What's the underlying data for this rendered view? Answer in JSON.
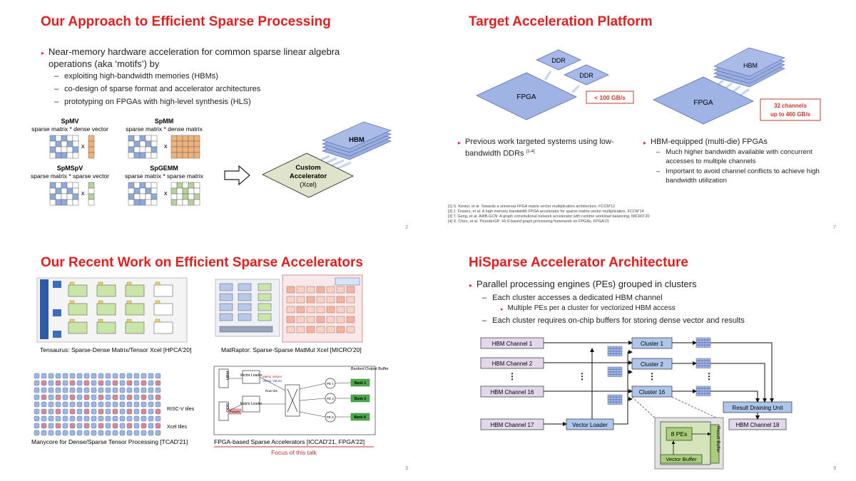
{
  "slide1": {
    "title": "Our Approach to Efficient Sparse Processing",
    "main_bullet": "Near-memory hardware acceleration for common sparse linear algebra operations (aka ‘motifs’) by",
    "sub_bullets": [
      "exploiting high-bandwidth memories (HBMs)",
      "co-design of sparse format and accelerator architectures",
      "prototyping on FPGAs with high-level synthesis (HLS)"
    ],
    "motifs": [
      {
        "name": "SpMV",
        "desc": "sparse matrix * dense vector"
      },
      {
        "name": "SpMM",
        "desc": "sparse matrix * dense matrix"
      },
      {
        "name": "SpMSpV",
        "desc": "sparse matrix * sparse vector"
      },
      {
        "name": "SpGEMM",
        "desc": "sparse matrix * sparse matrix"
      }
    ],
    "times": "x",
    "accel_line1": "Custom",
    "accel_line2": "Accelerator",
    "accel_line3": "(Xcel)",
    "hbm": "HBM",
    "page": "2"
  },
  "slide2": {
    "title": "Target Acceleration Platform",
    "ddr1": "DDR",
    "ddr2": "DDR",
    "fpga_left": "FPGA",
    "bw_left": "< 100 GB/s",
    "hbm": "HBM",
    "fpga_right": "FPGA",
    "bw_right_1": "32 channels",
    "bw_right_2": "up to 460 GB/s",
    "left_bullet": "Previous work targeted systems using low-bandwidth DDRs",
    "left_cite": "[1-4]",
    "right_bullet": "HBM-equipped (multi-die) FPGAs",
    "right_sub": [
      "Much higher bandwidth available with concurrent accesses to multiple channels",
      "Important to avoid channel conflicts to achieve high bandwidth utilization"
    ],
    "refs": [
      "[1] S. Kestur, et al. Towards a universal FPGA matrix-vector multiplication architecture, FCCM'12",
      "[2] J. Fowers, et al. A high memory bandwidth FPGA accelerator for sparse matrix-vector multiplication, FCCM'14",
      "[3] T. Geng, et al. AWB-GCN: A graph convolutional network accelerator with runtime workload balancing, MICRO'20",
      "[4] X. Chen, et al. ThunderGP: HLS-based graph processing framework on FPGAs, FPGA'21"
    ],
    "page": "7"
  },
  "slide3": {
    "title": "Our Recent Work on Efficient Sparse Accelerators",
    "cap_tensaurus": "Tensaurus: Sparse-Dense Matrix/Tensor Xcel [HPCA'20]",
    "cap_matraptor": "MatRaptor: Sparse-Sparse MatMul Xcel [MICRO'20]",
    "cap_manycore": "Manycore for Dense/Sparse Tensor Processing [TCAD'21]",
    "cap_fpga": "FPGA-based Sparse Accelerators [ICCAD'21, FPGA'22]",
    "focus": "Focus of this talk",
    "riscv": "RISC-V tiles",
    "xcel_tiles": "Xcel tiles",
    "fpga_labels": {
      "hbm": "HBM",
      "ddr": "DDR",
      "vector_loader": "Vector Loader",
      "matrix_loader": "Matrix Loader",
      "banked": "Banked Output Buffer",
      "bank1": "Bank 1",
      "bank2": "Bank 2",
      "bankk": "Bank K",
      "pe1": "PE 1",
      "pe2": "PE 2",
      "pek": "PE K",
      "row_ids": "Row IDs",
      "matrix_values": "Matrix Values",
      "vector_values": "Vector Values",
      "packets": "Packets"
    },
    "page": "3"
  },
  "slide4": {
    "title": "HiSparse Accelerator Architecture",
    "main_bullet": "Parallel processing engines (PEs) grouped in clusters",
    "sub1": "Each cluster accesses a dedicated HBM channel",
    "subsub": "Multiple PEs per a cluster for vectorized HBM access",
    "sub2": "Each cluster requires on-chip buffers for storing dense vector and results",
    "hbm1": "HBM Channel 1",
    "hbm2": "HBM Channel 2",
    "hbm16": "HBM Channel 16",
    "hbm17": "HBM Channel 17",
    "hbm18": "HBM Channel 18",
    "cluster1": "Cluster 1",
    "cluster2": "Cluster 2",
    "cluster16": "Cluster 16",
    "vector_loader": "Vector Loader",
    "result_unit": "Result Draining Unit",
    "pes": "8 PEs",
    "vector_buffer": "Vector Buffer",
    "result_buffer": "Result Buffer",
    "page": "9"
  }
}
